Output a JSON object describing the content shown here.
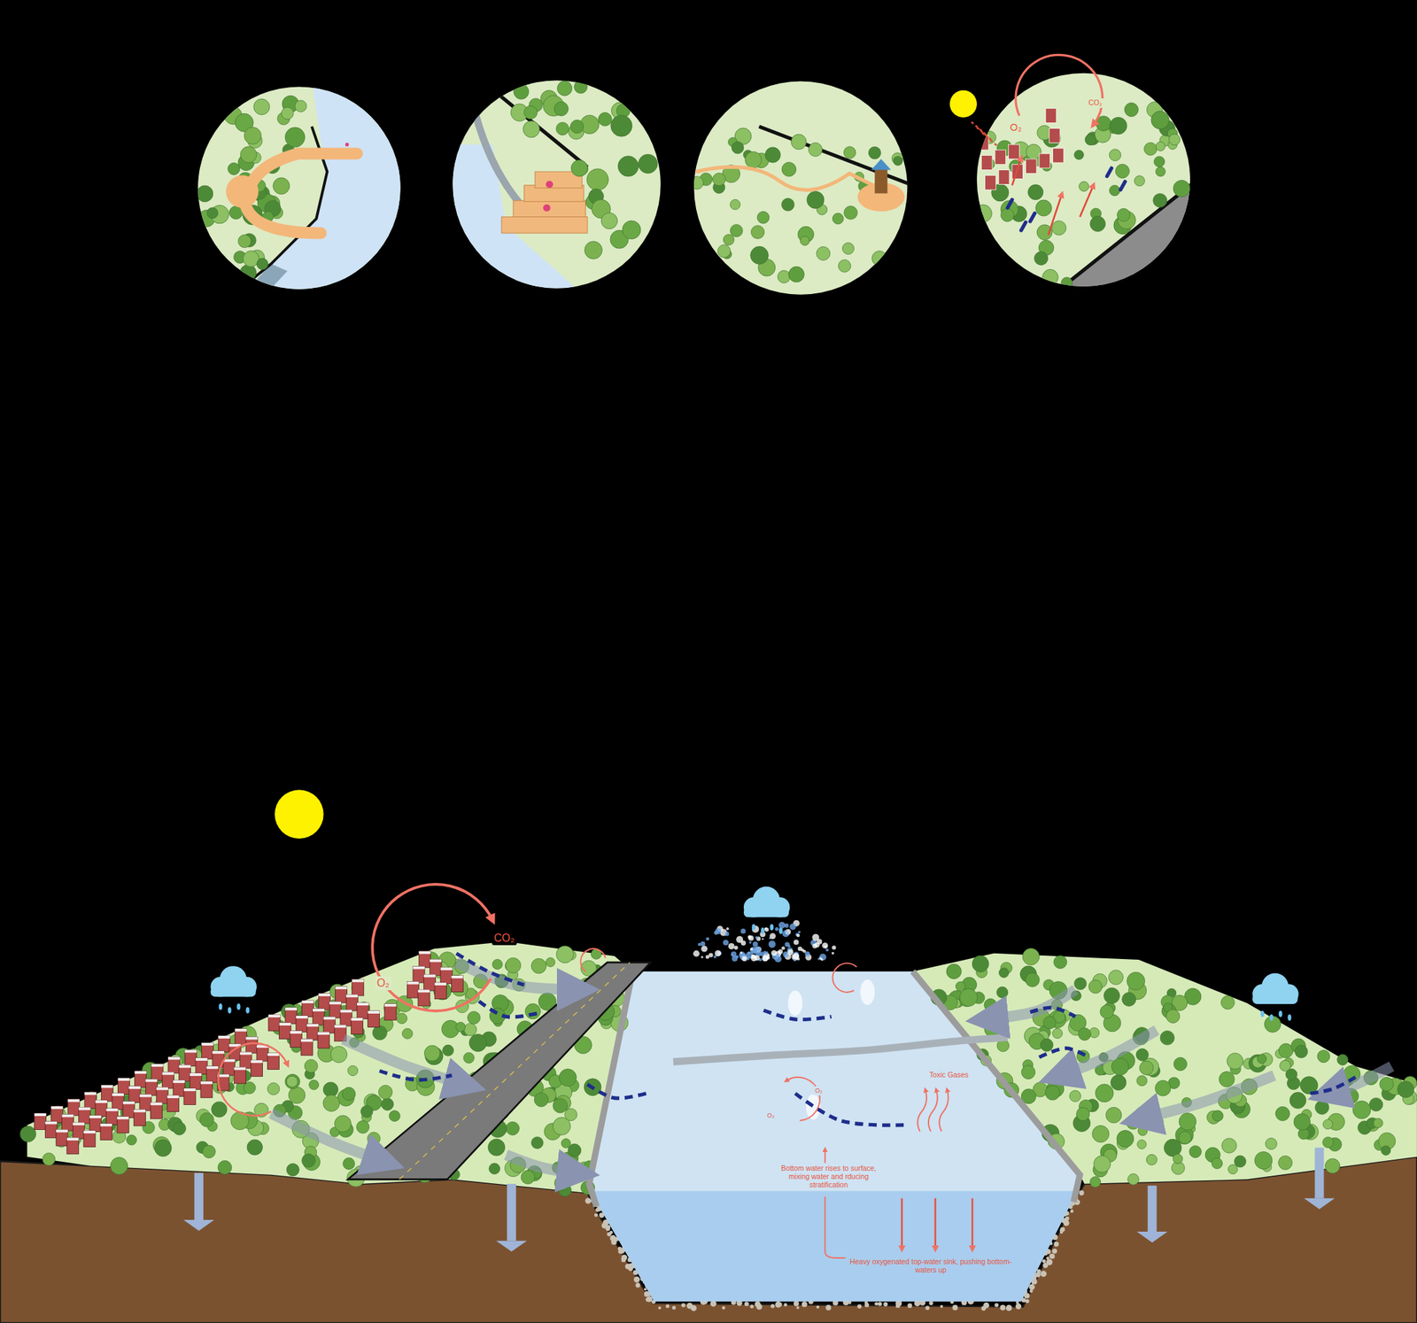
{
  "diagram": {
    "labels": [
      "O₂",
      "CO₂",
      "CO₂",
      "O₂",
      "O₂",
      "O₂",
      "Toxic Gases",
      "Bottom water rises to surface, mixing water and rducing stratification",
      "Heavy oxygenated top-water sink, pushing bottom-waters up"
    ]
  }
}
